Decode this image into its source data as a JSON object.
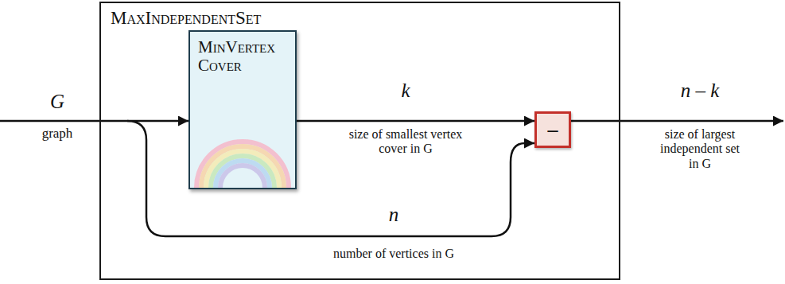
{
  "diagram": {
    "nodes": [
      {
        "text": [
          "MaxIndependentSet"
        ]
      },
      {
        "text": [
          "MinVertex Cover"
        ],
        "in": 0
      },
      {
        "text": [
          "–"
        ],
        "in": 0
      }
    ],
    "edges": [
      {
        "from": 1,
        "to": 2,
        "arrow": "to"
      }
    ],
    "labels": [
      "G",
      "graph",
      "k",
      "size of smallest vertex cover in G",
      "n",
      "number of vertices in G",
      "n – k",
      "size of largest independent set in G"
    ]
  }
}
